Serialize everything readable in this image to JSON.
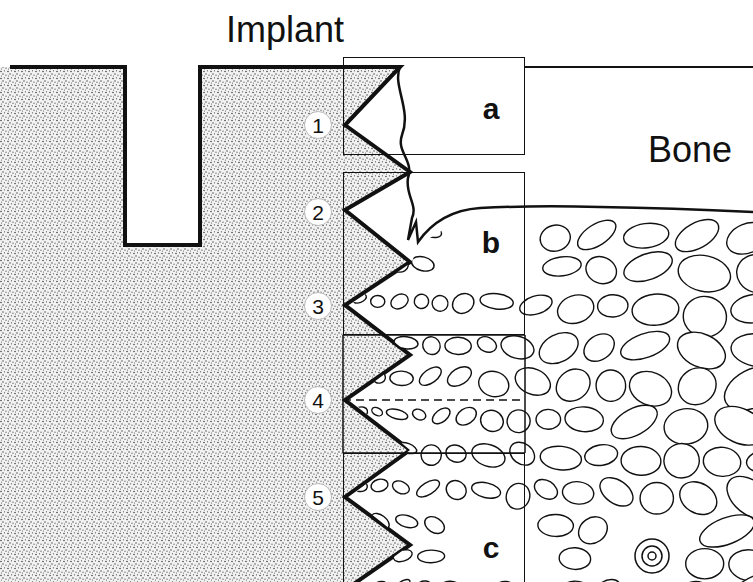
{
  "diagram": {
    "nodes": [
      {
        "text": [
          "a"
        ]
      },
      {
        "text": [
          "b"
        ]
      },
      {
        "text": [
          "c"
        ]
      }
    ],
    "labels": [
      "Implant",
      "Bone",
      "1",
      "2",
      "3",
      "4",
      "5"
    ]
  }
}
